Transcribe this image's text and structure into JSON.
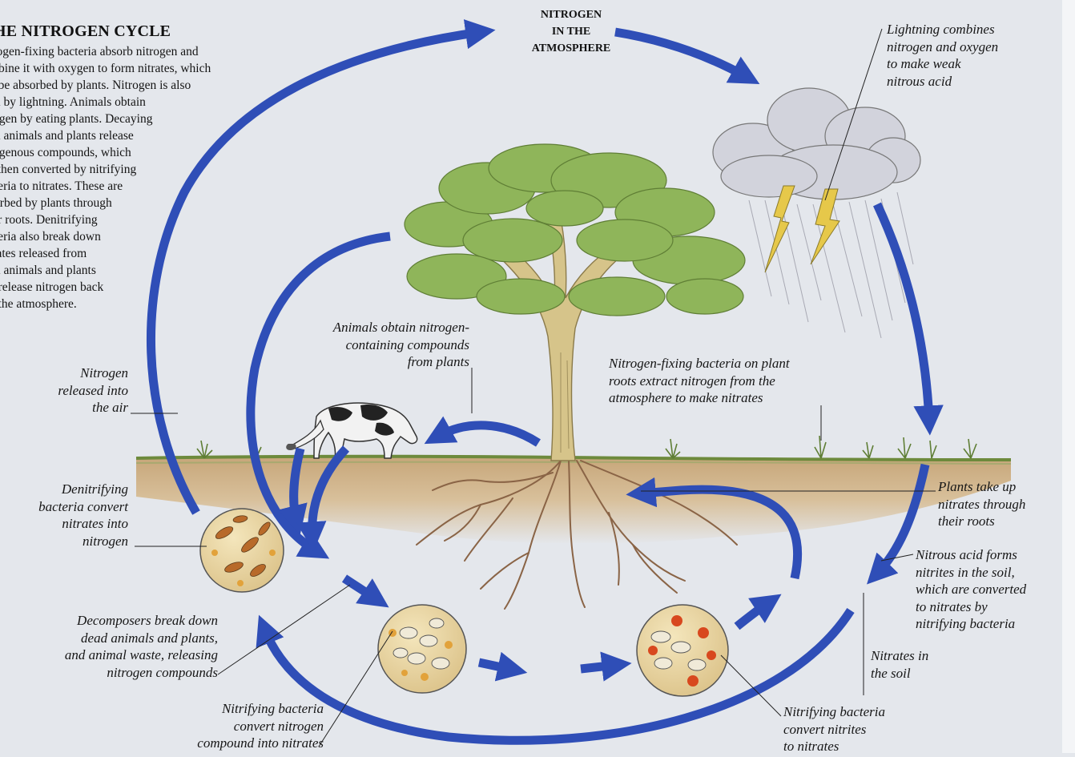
{
  "heading": {
    "title": "HE NITROGEN CYCLE",
    "intro_lines": [
      "trogen-fixing bacteria absorb nitrogen and",
      "mbine it with oxygen to form nitrates, which",
      "n be absorbed by plants. Nitrogen is also",
      "ed by lightning. Animals obtain",
      "rogen by eating plants. Decaying",
      "ad animals and plants release",
      "rogenous compounds, which",
      "e then converted by nitrifying",
      "cteria to nitrates. These are",
      "sorbed by plants through",
      "eir roots. Denitrifying",
      "cteria also break down",
      "trates released from",
      "ad animals and plants",
      "d release nitrogen back",
      "o the atmosphere."
    ]
  },
  "atmosphere_lines": [
    "NITROGEN",
    "IN THE",
    "ATMOSPHERE"
  ],
  "labels": {
    "lightning": [
      "Lightning combines",
      "nitrogen and oxygen",
      "to make weak",
      "nitrous acid"
    ],
    "animals_obtain": [
      "Animals obtain nitrogen-",
      "containing compounds",
      "from plants"
    ],
    "nitrogen_fixing": [
      "Nitrogen-fixing bacteria on plant",
      "roots extract nitrogen from the",
      "atmosphere to make nitrates"
    ],
    "released": [
      "Nitrogen",
      "released into",
      "the air"
    ],
    "denitrifying": [
      "Denitrifying",
      "bacteria convert",
      "nitrates into",
      "nitrogen"
    ],
    "plants_take": [
      "Plants take up",
      "nitrates through",
      "their roots"
    ],
    "nitrous_acid": [
      "Nitrous acid forms",
      "nitrites in the soil,",
      "which are converted",
      "to nitrates by",
      "nitrifying bacteria"
    ],
    "decomposers": [
      "Decomposers break down",
      "dead animals and plants,",
      "and animal waste, releasing",
      "nitrogen compounds"
    ],
    "nitrates_soil": [
      "Nitrates in",
      "the soil"
    ],
    "nitrifying_compound": [
      "Nitrifying bacteria",
      "convert nitrogen",
      "compound into nitrates"
    ],
    "nitrifying_nitrites": [
      "Nitrifying bacteria",
      "convert nitrites",
      "to nitrates"
    ]
  },
  "colors": {
    "arrow": "#2f4eb7",
    "soil": "#c6a57a",
    "grass": "#6d8a3c",
    "foliage": "#8fb55a",
    "trunk": "#d6c48a",
    "cloud": "#d2d3dc",
    "lightning": "#e6c84a",
    "bacteria_bg": "#ecd9a6"
  }
}
